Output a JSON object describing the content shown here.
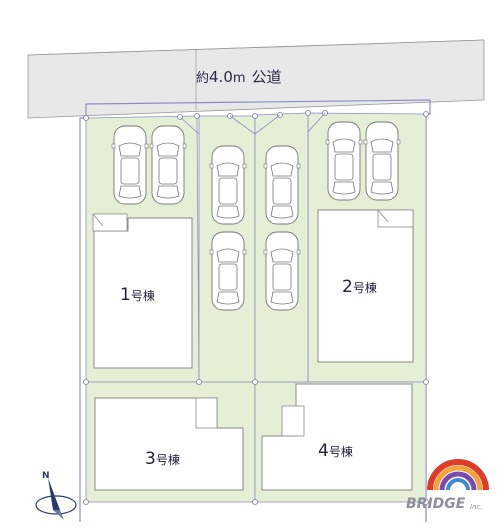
{
  "road": {
    "prefix": "約",
    "width": "4.0",
    "unit": "m",
    "name": "公道"
  },
  "buildings": [
    {
      "number": "1",
      "suffix": "号棟"
    },
    {
      "number": "2",
      "suffix": "号棟"
    },
    {
      "number": "3",
      "suffix": "号棟"
    },
    {
      "number": "4",
      "suffix": "号棟"
    }
  ],
  "compass": {
    "label": "N"
  },
  "logo": {
    "brand": "BRIDGE",
    "suffix": "Inc."
  },
  "colors": {
    "lot_fill": "#e4efd6",
    "road_fill": "#e8e8e8",
    "boundary": "#8a8ec8",
    "building_fill": "#ffffff",
    "building_stroke": "#8a8a8a",
    "text": "#1f1f3a"
  }
}
